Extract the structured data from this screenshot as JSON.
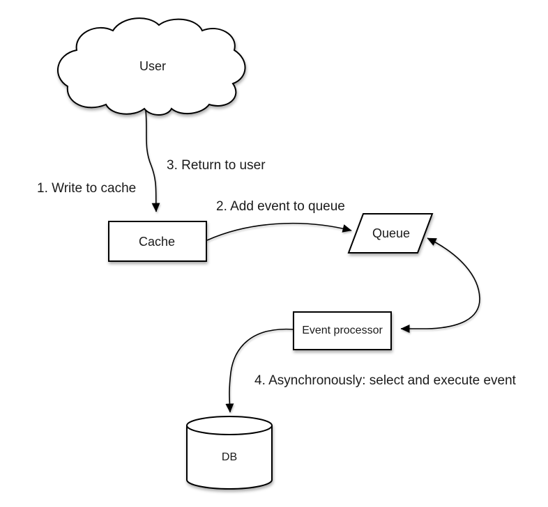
{
  "diagram": {
    "type": "flow-diagram",
    "background_color": "#ffffff",
    "shape_fill_color": "#ffffff",
    "stroke_color": "#000000",
    "text_color": "#1a1a1a",
    "nodes": [
      {
        "id": "user",
        "label": "User",
        "shape": "cloud"
      },
      {
        "id": "cache",
        "label": "Cache",
        "shape": "rectangle"
      },
      {
        "id": "queue",
        "label": "Queue",
        "shape": "parallelogram"
      },
      {
        "id": "event-processor",
        "label": "Event processor",
        "shape": "rectangle"
      },
      {
        "id": "db",
        "label": "DB",
        "shape": "cylinder"
      }
    ],
    "edges": [
      {
        "id": "user-to-cache",
        "from": "user",
        "to": "cache",
        "label": "1. Write to cache",
        "style": "curved-arrow-down"
      },
      {
        "id": "cache-to-user",
        "from": "cache",
        "to": "user",
        "label": "3. Return to user",
        "style": "label-on-same-line"
      },
      {
        "id": "cache-to-queue",
        "from": "cache",
        "to": "queue",
        "label": "2. Add event to queue",
        "style": "curved-arrow-right"
      },
      {
        "id": "queue-event-processor",
        "from": "queue",
        "to": "event-processor",
        "label": "",
        "style": "curved-double-arrow"
      },
      {
        "id": "event-processor-to-db",
        "from": "event-processor",
        "to": "db",
        "label": "4. Asynchronously: select and execute event",
        "style": "curved-arrow-down"
      }
    ]
  }
}
